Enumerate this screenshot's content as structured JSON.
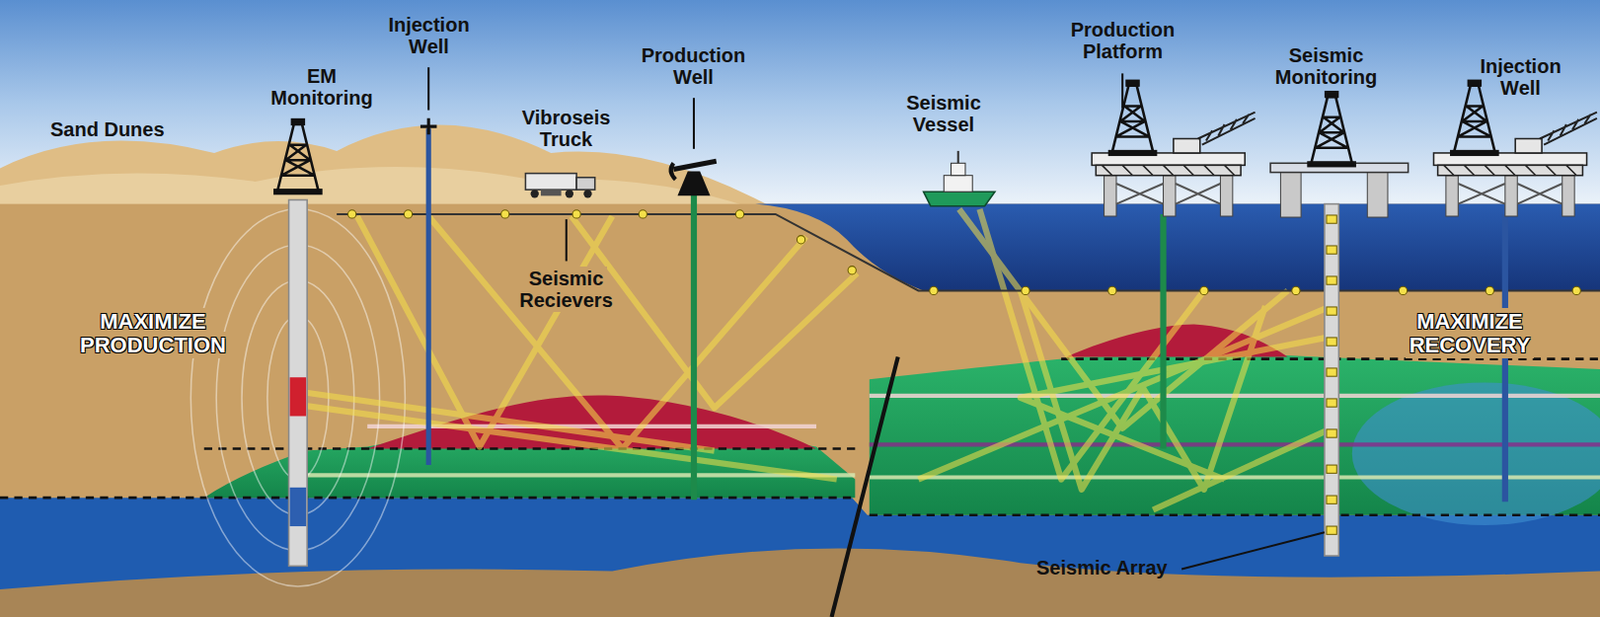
{
  "diagram": {
    "labels": [
      "EM Monitoring",
      "Injection Well",
      "Production Well",
      "Production Platform",
      "Seismic Monitoring",
      "Injection Well",
      "Sand Dunes",
      "Vibroseis Truck",
      "Seismic Vessel",
      "Seismic Recievers",
      "MAXIMIZE PRODUCTION",
      "MAXIMIZE RECOVERY",
      "Seismic Array"
    ]
  }
}
